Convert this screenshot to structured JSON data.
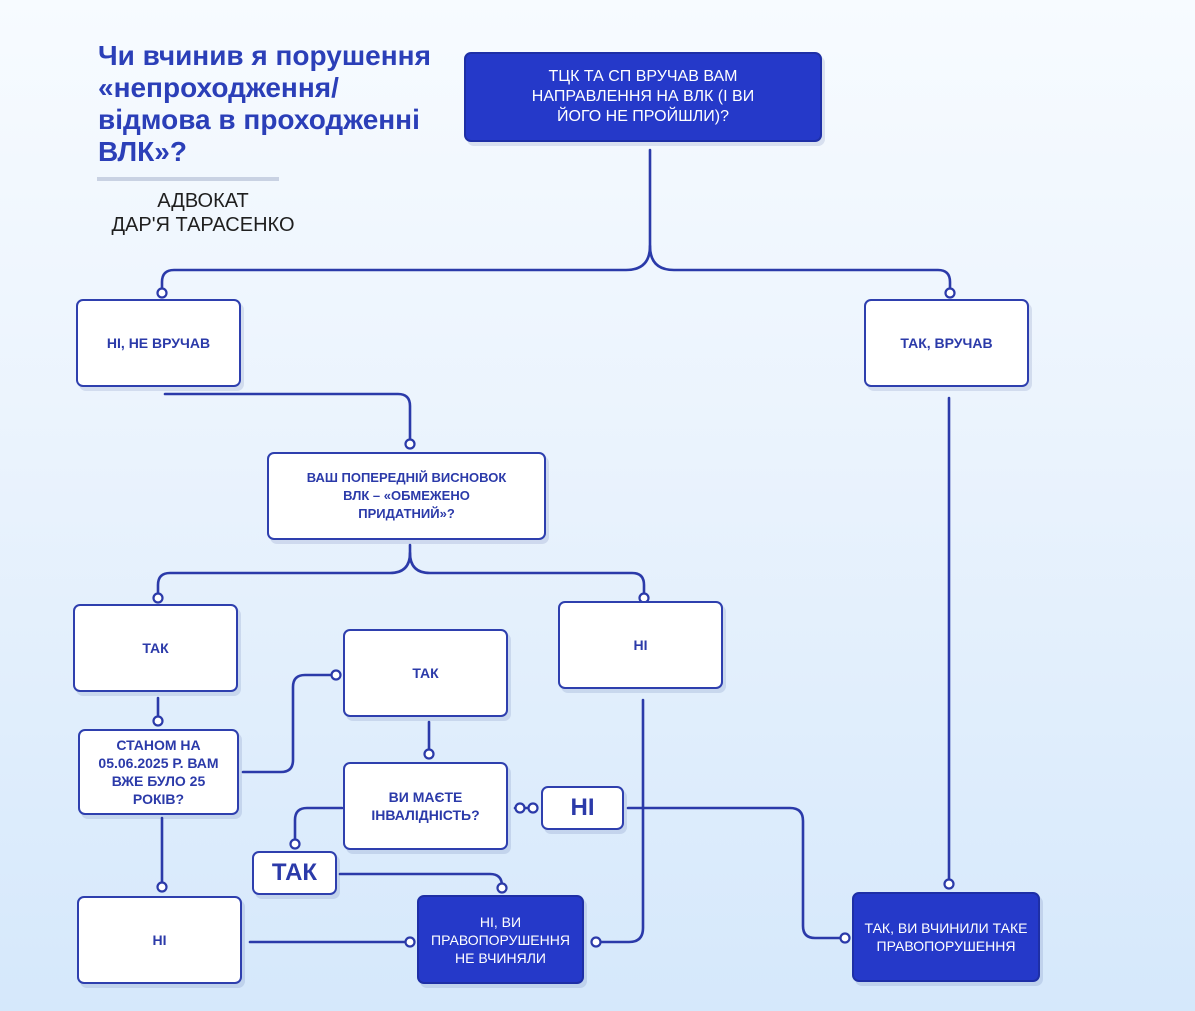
{
  "header": {
    "title_lines": [
      "Чи вчинив я порушення",
      "«непроходження/",
      "відмова в проходженні",
      "ВЛК»?"
    ],
    "author_role": "АДВОКАТ",
    "author_name": "ДАР'Я ТАРАСЕНКО"
  },
  "nodes": {
    "q_served": "ТЦК ТА СП ВРУЧАВ ВАМ НАПРАВЛЕННЯ НА ВЛК (І ВИ ЙОГО НЕ ПРОЙШЛИ)?",
    "no_not_served": "НІ, НЕ ВРУЧАВ",
    "yes_served": "ТАК, ВРУЧАВ",
    "q_prev_conclusion": "ВАШ ПОПЕРЕДНІЙ ВИСНОВОК ВЛК – «ОБМЕЖЕНО ПРИДАТНИЙ»?",
    "yes_limited": "ТАК",
    "no_limited": "НІ",
    "q_age": "СТАНОМ НА 05.06.2025 Р. ВАМ ВЖЕ БУЛО 25 РОКІВ?",
    "yes_age": "ТАК",
    "no_age": "НІ",
    "q_disability": "ВИ МАЄТЕ ІНВАЛІДНІСТЬ?",
    "no_disability": "НІ",
    "yes_disability": "ТАК",
    "result_not_committed": "НІ, ВИ ПРАВОПОРУШЕННЯ НЕ ВЧИНЯЛИ",
    "result_committed": "ТАК, ВИ ВЧИНИЛИ ТАКЕ ПРАВОПОРУШЕННЯ"
  },
  "colors": {
    "title": "#2b3fb8",
    "line": "#2b3aa9",
    "filled_box": "#2539c9",
    "box_border": "#2e3fae"
  }
}
